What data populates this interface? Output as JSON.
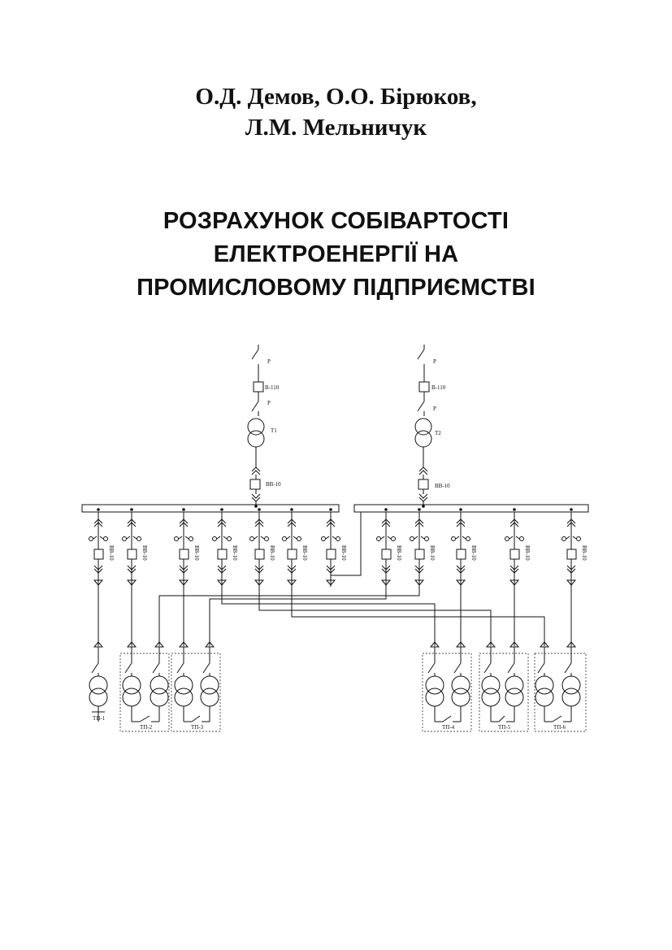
{
  "authors": {
    "line1": "О.Д. Демов, О.О. Бірюков,",
    "line2": "Л.М. Мельничук"
  },
  "title": {
    "line1": "РОЗРАХУНОК СОБІВАРТОСТІ",
    "line2": "ЕЛЕКТРОЕНЕРГІЇ НА",
    "line3": "ПРОМИСЛОВОМУ ПІДПРИЄМСТВІ"
  },
  "scheme": {
    "disconnector_label": "Р",
    "breaker_110_label": "В-110",
    "transformer_1_label": "Т1",
    "transformer_2_label": "Т2",
    "breaker_10_label": "ВВ-10",
    "substations": [
      "ТП-1",
      "ТП-2",
      "ТП-3",
      "ТП-4",
      "ТП-5",
      "ТП-6"
    ]
  }
}
